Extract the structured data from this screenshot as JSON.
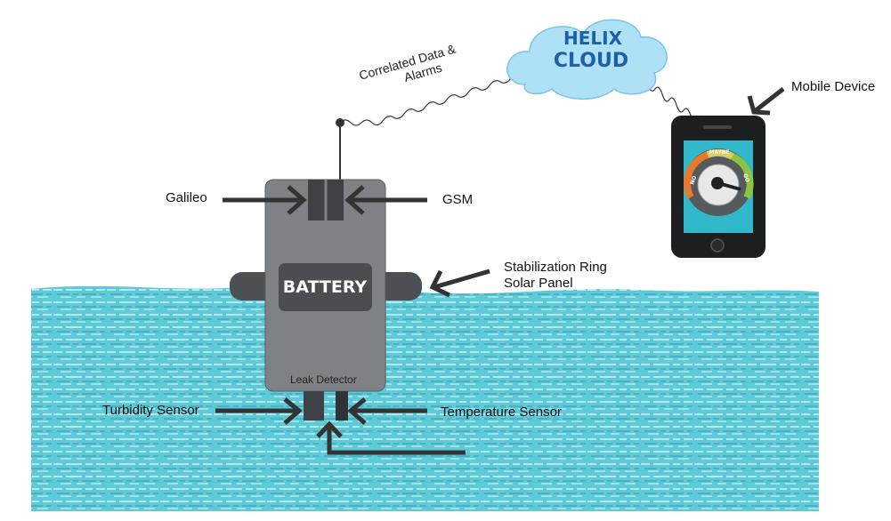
{
  "cloud": {
    "line1": "HELIX",
    "line2": "CLOUD"
  },
  "link_label": "Correlated Data &\nAlarms",
  "labels": {
    "galileo": "Galileo",
    "gsm": "GSM",
    "mobile_device": "Mobile Device",
    "stabilization_ring": "Stabilization Ring",
    "solar_panel": "Solar Panel",
    "turbidity_sensor": "Turbidity Sensor",
    "temperature_sensor": "Temperature Sensor",
    "leak_detector": "Leak Detector"
  },
  "buoy": {
    "battery_label": "BATTERY"
  },
  "gauge": {
    "no": "NO",
    "maybe": "MAYBE",
    "go": "GO"
  },
  "colors": {
    "water": "#5cc8d6",
    "buoy_body": "#7c7f83",
    "cloud_fill": "#a9def5",
    "phone_screen": "#2fb8c9",
    "arrow": "#333333"
  }
}
